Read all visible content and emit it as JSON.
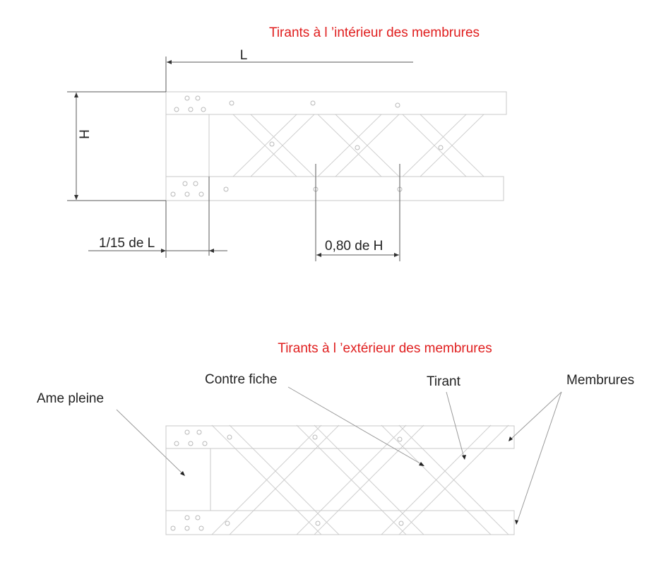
{
  "colors": {
    "title": "#e01e1e",
    "line": "#c8c8c8",
    "dim": "#5a5a5a",
    "text": "#222222"
  },
  "top": {
    "title": "Tirants à l ’intérieur des membrures",
    "dim_L": "L",
    "dim_H": "H",
    "dim_fifteenth": "1/15 de L",
    "dim_point_eighty": "0,80 de H"
  },
  "bottom": {
    "title": "Tirants à l ’extérieur des membrures",
    "callouts": {
      "ame_pleine": "Ame pleine",
      "contre_fiche": "Contre fiche",
      "tirant": "Tirant",
      "membrures": "Membrures"
    }
  }
}
